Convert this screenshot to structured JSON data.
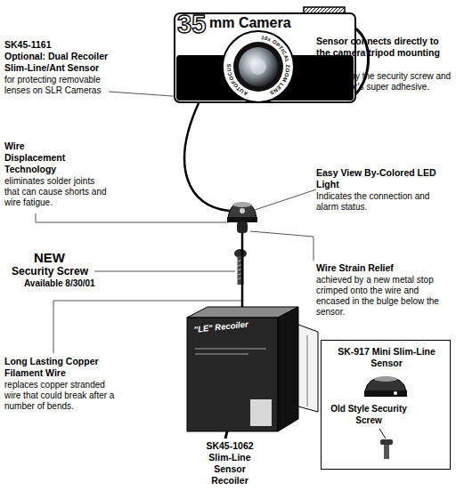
{
  "diagram": {
    "nodes": [
      {
        "text": [
          "35",
          "mm Camera",
          "10x OPTICAL ZOOM LENS",
          "AUTOFOCUS"
        ]
      },
      {
        "text": [
          "\"LE\" Recoiler",
          "SK45-1062 Slim-Line Sensor Recoiler"
        ]
      },
      {
        "text": [
          "SK-917 Mini Slim-Line Sensor",
          "Old Style Security Screw"
        ]
      }
    ],
    "edges": [
      {
        "from": 0,
        "to": 1,
        "arrow": "none"
      }
    ],
    "labels": [
      "SK45-1161",
      "Optional: Dual Recoiler Slim-Line/Ant Sensor",
      "for protecting removable lenses on SLR Cameras",
      "Wire Displacement Technology",
      "eliminates solder joints that can cause shorts and wire fatigue.",
      "Sensor connects directly to the camera tripod mounting hole",
      "secured by the security screw and the sensor's super adhesive.",
      "Easy View By-Colored LED Light",
      "Indicates the connection and alarm status.",
      "NEW",
      "Security Screw",
      "Available 8/30/01",
      "Wire Strain Relief",
      "achieved by a new metal stop crimped onto the wire and encased in the bulge below the sensor.",
      "Long Lasting Copper Filament Wire",
      "replaces copper stranded wire that could break after a number of bends."
    ]
  }
}
